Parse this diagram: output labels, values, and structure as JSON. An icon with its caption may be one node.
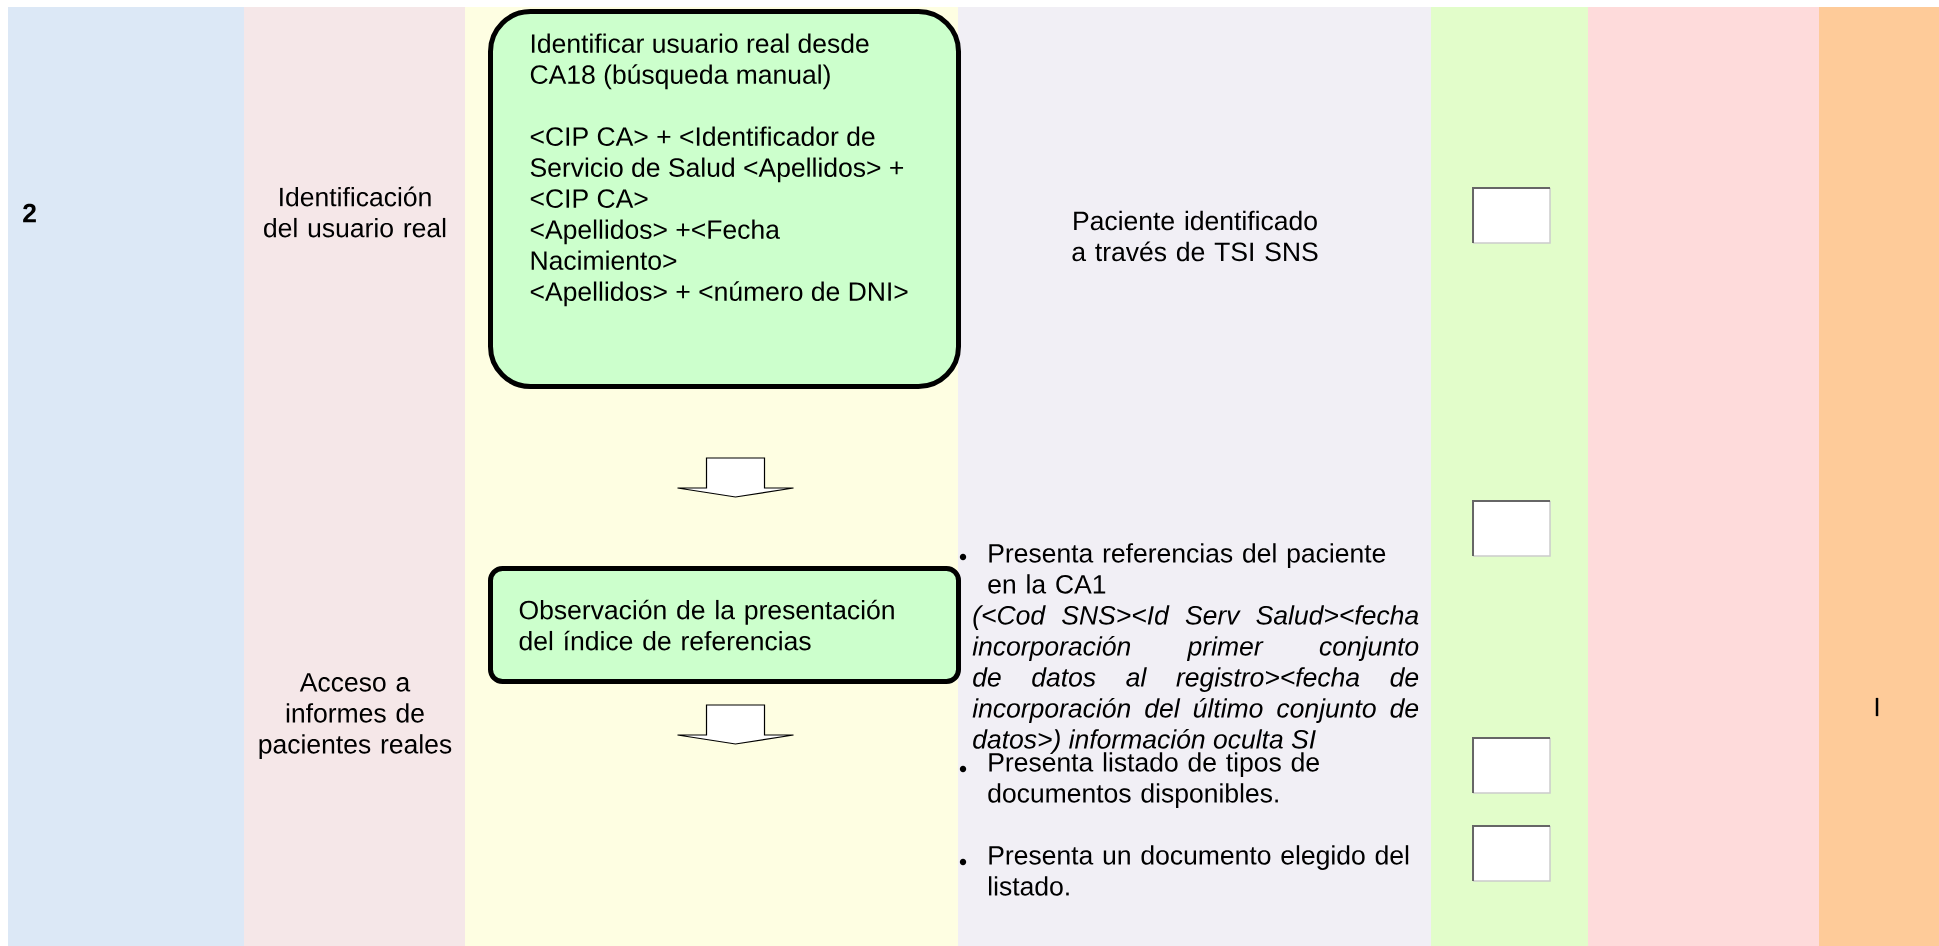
{
  "diagram": {
    "nodes": [
      {
        "text": [
          "Identificar usuario real desde CA18 (búsqueda manual)",
          "<CIP CA> + <Identificador de Servicio de Salud <Apellidos> + <CIP CA>",
          "<Apellidos> +<Fecha Nacimiento>",
          "<Apellidos> + <número de DNI>"
        ]
      },
      {
        "text": [
          "Observación de la presentación del índice de referencias"
        ]
      }
    ],
    "edges": [
      {
        "from": 0,
        "to": 1,
        "arrow": "to"
      },
      {
        "from": 1,
        "to": null,
        "arrow": "to"
      }
    ],
    "labels": [
      "2",
      "Identificación del usuario real",
      "Paciente identificado a través de TSI SNS",
      "Acceso a informes de pacientes reales",
      "Presenta referencias del paciente en la CA1",
      "(<Cod SNS><Id Serv Salud><fecha incorporación primer conjunto de datos al registro><fecha de incorporación del último conjunto de datos>) información oculta SI",
      "I",
      "Presenta listado de tipos de documentos disponibles.",
      "Presenta un documento elegido del listado."
    ]
  }
}
